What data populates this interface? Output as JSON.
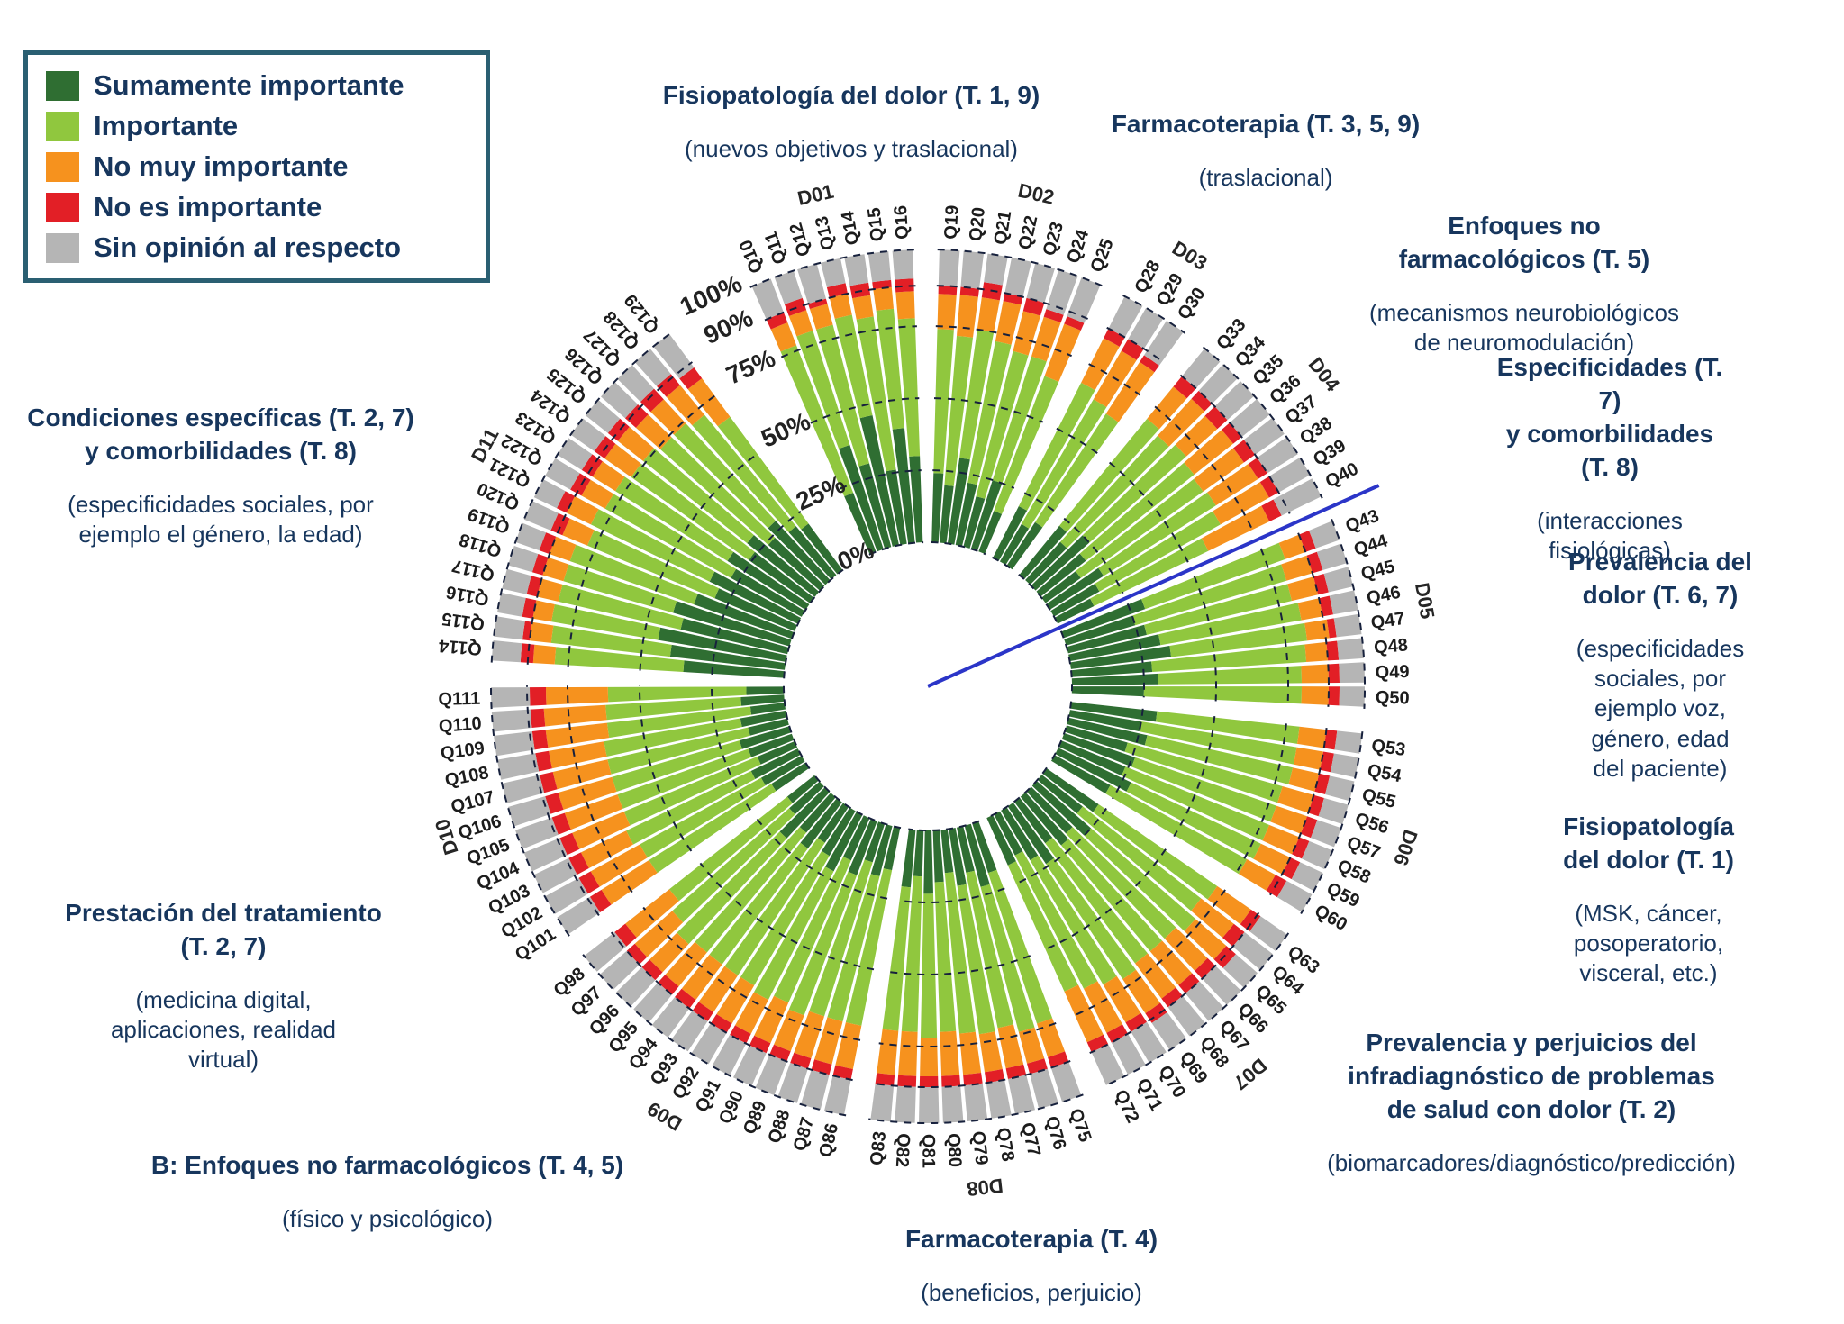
{
  "legend": {
    "items": [
      {
        "label": "Sumamente importante",
        "color": "#2f6e32"
      },
      {
        "label": "Importante",
        "color": "#90c73e"
      },
      {
        "label": "No muy importante",
        "color": "#f6921e"
      },
      {
        "label": "No es importante",
        "color": "#e21f26"
      },
      {
        "label": "Sin opinión al respecto",
        "color": "#b5b5b5"
      }
    ]
  },
  "sector_labels": [
    {
      "domain": "D01",
      "title": "Fisiopatología del dolor (T. 1, 9)",
      "subtitle": "(nuevos objetivos y traslacional)"
    },
    {
      "domain": "D02",
      "title": "Farmacoterapia (T. 3, 5, 9)",
      "subtitle": "(traslacional)"
    },
    {
      "domain": "D03",
      "title": "Enfoques no farmacológicos (T. 5)",
      "subtitle": "(mecanismos neurobiológicos\nde neuromodulación)"
    },
    {
      "domain": "D04",
      "title": "Especificidades (T. 7)\ny comorbilidades (T. 8)",
      "subtitle": "(interacciones fisiológicas)"
    },
    {
      "domain": "D05",
      "title": "Prevalencia del dolor (T. 6, 7)",
      "subtitle": "(especificidades sociales, por\nejemplo voz, género, edad\ndel paciente)"
    },
    {
      "domain": "D06",
      "title": "Fisiopatología del dolor (T. 1)",
      "subtitle": "(MSK, cáncer, posoperatorio,\nvisceral, etc.)"
    },
    {
      "domain": "D07",
      "title": "Prevalencia y perjuicios del\ninfradiagnóstico de problemas\nde salud con dolor (T. 2)",
      "subtitle": "(biomarcadores/diagnóstico/predicción)"
    },
    {
      "domain": "D08",
      "title": "Farmacoterapia (T. 4)",
      "subtitle": "(beneficios, perjuicio)"
    },
    {
      "domain": "D09",
      "title": "B: Enfoques no farmacológicos (T. 4, 5)",
      "subtitle": "(físico y psicológico)"
    },
    {
      "domain": "D10",
      "title": "Prestación del tratamiento\n(T. 2, 7)",
      "subtitle": "(medicina digital,\naplicaciones, realidad\nvirtual)"
    },
    {
      "domain": "D11",
      "title": "Condiciones específicas (T. 2, 7)\ny comorbilidades (T. 8)",
      "subtitle": "(especificidades sociales, por\nejemplo el género, la edad)"
    }
  ],
  "chart_data": {
    "type": "polar_stacked_bar",
    "units": "percent of respondents",
    "series": [
      "Sumamente importante",
      "Importante",
      "No muy importante",
      "No es importante",
      "Sin opinión al respecto"
    ],
    "colors": [
      "#2f6e32",
      "#90c73e",
      "#f6921e",
      "#e21f26",
      "#b5b5b5"
    ],
    "radial_ticks": [
      0,
      25,
      50,
      75,
      90,
      100
    ],
    "tick_labels": [
      "0%",
      "25%",
      "50%",
      "75%",
      "90%",
      "100%"
    ],
    "annotation": {
      "type": "radial_line",
      "color": "#2b35c8",
      "position": "between Q40 (D04) and Q43 (D05)"
    },
    "domains": [
      {
        "id": "D01",
        "questions": [
          "Q10",
          "Q11",
          "Q12",
          "Q13",
          "Q14",
          "Q15",
          "Q16"
        ],
        "values": [
          [
            22,
            55,
            9,
            4,
            10
          ],
          [
            38,
            42,
            8,
            4,
            8
          ],
          [
            30,
            50,
            8,
            2,
            10
          ],
          [
            46,
            36,
            8,
            3,
            7
          ],
          [
            26,
            54,
            8,
            4,
            8
          ],
          [
            40,
            42,
            8,
            2,
            8
          ],
          [
            30,
            48,
            10,
            4,
            8
          ]
        ]
      },
      {
        "id": "D02",
        "questions": [
          "Q19",
          "Q20",
          "Q21",
          "Q22",
          "Q23",
          "Q24",
          "Q25"
        ],
        "values": [
          [
            24,
            50,
            13,
            3,
            10
          ],
          [
            20,
            52,
            15,
            3,
            10
          ],
          [
            30,
            45,
            12,
            5,
            8
          ],
          [
            22,
            50,
            15,
            3,
            10
          ],
          [
            18,
            52,
            15,
            5,
            10
          ],
          [
            25,
            45,
            15,
            3,
            12
          ],
          [
            15,
            50,
            20,
            3,
            12
          ]
        ]
      },
      {
        "id": "D03",
        "questions": [
          "Q28",
          "Q29",
          "Q30"
        ],
        "values": [
          [
            20,
            48,
            18,
            4,
            10
          ],
          [
            15,
            50,
            20,
            5,
            10
          ],
          [
            18,
            45,
            22,
            3,
            12
          ]
        ]
      },
      {
        "id": "D04",
        "questions": [
          "Q33",
          "Q34",
          "Q35",
          "Q36",
          "Q37",
          "Q38",
          "Q39",
          "Q40"
        ],
        "values": [
          [
            22,
            48,
            15,
            5,
            10
          ],
          [
            18,
            50,
            18,
            4,
            10
          ],
          [
            25,
            45,
            15,
            5,
            10
          ],
          [
            20,
            48,
            18,
            4,
            10
          ],
          [
            15,
            52,
            18,
            5,
            10
          ],
          [
            22,
            46,
            18,
            4,
            10
          ],
          [
            18,
            48,
            20,
            4,
            10
          ],
          [
            14,
            44,
            24,
            5,
            13
          ]
        ]
      },
      {
        "id": "D05",
        "questions": [
          "Q43",
          "Q44",
          "Q45",
          "Q46",
          "Q47",
          "Q48",
          "Q49",
          "Q50"
        ],
        "values": [
          [
            30,
            52,
            8,
            3,
            7
          ],
          [
            25,
            55,
            10,
            3,
            7
          ],
          [
            28,
            52,
            10,
            3,
            7
          ],
          [
            32,
            50,
            8,
            3,
            7
          ],
          [
            35,
            48,
            8,
            2,
            7
          ],
          [
            28,
            54,
            8,
            3,
            7
          ],
          [
            30,
            50,
            10,
            3,
            7
          ],
          [
            25,
            55,
            10,
            3,
            7
          ]
        ]
      },
      {
        "id": "D06",
        "questions": [
          "Q53",
          "Q54",
          "Q55",
          "Q56",
          "Q57",
          "Q58",
          "Q59",
          "Q60"
        ],
        "values": [
          [
            30,
            50,
            10,
            3,
            7
          ],
          [
            25,
            55,
            10,
            3,
            7
          ],
          [
            28,
            52,
            10,
            3,
            7
          ],
          [
            22,
            56,
            12,
            3,
            7
          ],
          [
            26,
            52,
            12,
            3,
            7
          ],
          [
            24,
            54,
            12,
            3,
            7
          ],
          [
            28,
            50,
            12,
            3,
            7
          ],
          [
            22,
            54,
            12,
            4,
            8
          ]
        ]
      },
      {
        "id": "D07",
        "questions": [
          "Q63",
          "Q64",
          "Q65",
          "Q66",
          "Q67",
          "Q68",
          "Q69",
          "Q70",
          "Q71",
          "Q72"
        ],
        "values": [
          [
            22,
            50,
            15,
            4,
            9
          ],
          [
            18,
            52,
            15,
            5,
            10
          ],
          [
            25,
            48,
            15,
            4,
            8
          ],
          [
            20,
            50,
            16,
            4,
            10
          ],
          [
            22,
            48,
            16,
            4,
            10
          ],
          [
            18,
            52,
            16,
            4,
            10
          ],
          [
            24,
            48,
            15,
            4,
            9
          ],
          [
            20,
            50,
            16,
            4,
            10
          ],
          [
            16,
            52,
            18,
            4,
            10
          ],
          [
            18,
            48,
            20,
            4,
            10
          ]
        ]
      },
      {
        "id": "D08",
        "questions": [
          "Q75",
          "Q76",
          "Q77",
          "Q78",
          "Q79",
          "Q80",
          "Q81",
          "Q82",
          "Q83"
        ],
        "values": [
          [
            18,
            55,
            13,
            4,
            10
          ],
          [
            22,
            52,
            12,
            4,
            10
          ],
          [
            16,
            55,
            15,
            4,
            10
          ],
          [
            20,
            52,
            14,
            4,
            10
          ],
          [
            15,
            56,
            15,
            4,
            10
          ],
          [
            18,
            52,
            16,
            4,
            10
          ],
          [
            22,
            50,
            14,
            4,
            10
          ],
          [
            16,
            54,
            16,
            4,
            10
          ],
          [
            20,
            50,
            16,
            4,
            10
          ]
        ]
      },
      {
        "id": "D09",
        "questions": [
          "Q86",
          "Q87",
          "Q88",
          "Q89",
          "Q90",
          "Q91",
          "Q92",
          "Q93",
          "Q94",
          "Q95",
          "Q96",
          "Q97",
          "Q98"
        ],
        "values": [
          [
            15,
            55,
            16,
            4,
            10
          ],
          [
            18,
            52,
            16,
            4,
            10
          ],
          [
            14,
            56,
            16,
            4,
            10
          ],
          [
            20,
            52,
            14,
            4,
            10
          ],
          [
            16,
            54,
            16,
            4,
            10
          ],
          [
            22,
            50,
            14,
            4,
            10
          ],
          [
            18,
            52,
            16,
            4,
            10
          ],
          [
            15,
            55,
            16,
            4,
            10
          ],
          [
            20,
            50,
            16,
            4,
            10
          ],
          [
            16,
            54,
            16,
            4,
            10
          ],
          [
            22,
            50,
            14,
            4,
            10
          ],
          [
            14,
            54,
            18,
            4,
            10
          ],
          [
            12,
            52,
            20,
            5,
            11
          ]
        ]
      },
      {
        "id": "D10",
        "questions": [
          "Q101",
          "Q102",
          "Q103",
          "Q104",
          "Q105",
          "Q106",
          "Q107",
          "Q108",
          "Q109",
          "Q110",
          "Q111"
        ],
        "values": [
          [
            14,
            50,
            20,
            5,
            11
          ],
          [
            16,
            48,
            20,
            5,
            11
          ],
          [
            18,
            48,
            18,
            5,
            11
          ],
          [
            14,
            50,
            20,
            5,
            11
          ],
          [
            16,
            48,
            20,
            5,
            11
          ],
          [
            18,
            46,
            20,
            5,
            11
          ],
          [
            14,
            50,
            20,
            5,
            11
          ],
          [
            16,
            48,
            20,
            5,
            11
          ],
          [
            12,
            50,
            22,
            5,
            11
          ],
          [
            15,
            47,
            22,
            5,
            11
          ],
          [
            13,
            48,
            22,
            6,
            11
          ]
        ]
      },
      {
        "id": "D11",
        "questions": [
          "Q114",
          "Q115",
          "Q116",
          "Q117",
          "Q118",
          "Q119",
          "Q120",
          "Q121",
          "Q122",
          "Q123",
          "Q124",
          "Q125",
          "Q126",
          "Q127",
          "Q128",
          "Q129"
        ],
        "values": [
          [
            35,
            45,
            8,
            4,
            8
          ],
          [
            40,
            42,
            8,
            2,
            8
          ],
          [
            45,
            38,
            7,
            3,
            7
          ],
          [
            38,
            44,
            8,
            3,
            7
          ],
          [
            42,
            40,
            8,
            3,
            7
          ],
          [
            36,
            46,
            8,
            3,
            7
          ],
          [
            30,
            48,
            10,
            4,
            8
          ],
          [
            34,
            46,
            10,
            3,
            7
          ],
          [
            28,
            50,
            10,
            4,
            8
          ],
          [
            32,
            46,
            10,
            4,
            8
          ],
          [
            26,
            50,
            12,
            4,
            8
          ],
          [
            30,
            46,
            12,
            4,
            8
          ],
          [
            24,
            50,
            12,
            5,
            9
          ],
          [
            28,
            46,
            12,
            5,
            9
          ],
          [
            22,
            50,
            14,
            5,
            9
          ],
          [
            20,
            46,
            17,
            5,
            12
          ]
        ]
      }
    ]
  }
}
